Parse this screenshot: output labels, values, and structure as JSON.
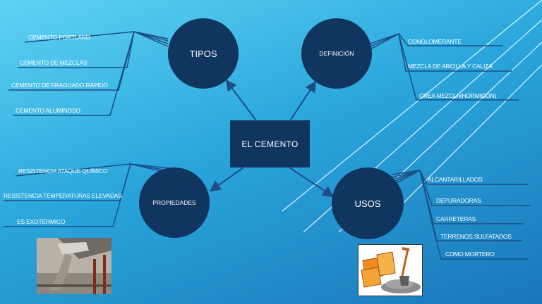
{
  "center": {
    "label": "EL CEMENTO"
  },
  "nodes": {
    "tipos": "TIPOS",
    "definicion": "DEFINICIÓN",
    "propiedades": "PROPIEDADES",
    "usos": "USOS"
  },
  "tipos_items": [
    "CEMENTO PORTLAND",
    "CEMENTO DE MEZCLAS",
    "CEMENTO DE FRAGUADO RÁPIDO",
    "CEMENTO ALUMINOSO"
  ],
  "definicion_items": [
    "CONGLOMERANTE",
    "MEZCLA DE ARCILLA Y CALIZA",
    "CREA MEZCLA(HORMIGÓN)"
  ],
  "propiedades_items": [
    "RESISTENCIA ATAQUE QUÍMICO",
    "RESISTENCIA TEMPERATURAS ELEVADAS",
    "ES EXOTÉRMICO"
  ],
  "usos_items": [
    "ALCANTARILLADOS",
    "DEPURADORAS",
    "CARRETERAS",
    "TERRENOS SULFATADOS",
    "COMO MORTERO"
  ],
  "colors": {
    "node": "#10355e",
    "connector": "#1d4f86",
    "background_top": "#5fd3f3",
    "background_bottom": "#1a76b9"
  },
  "icons": {
    "left_picture": "concrete-pour-icon",
    "right_picture": "cement-bags-shovel-icon"
  }
}
